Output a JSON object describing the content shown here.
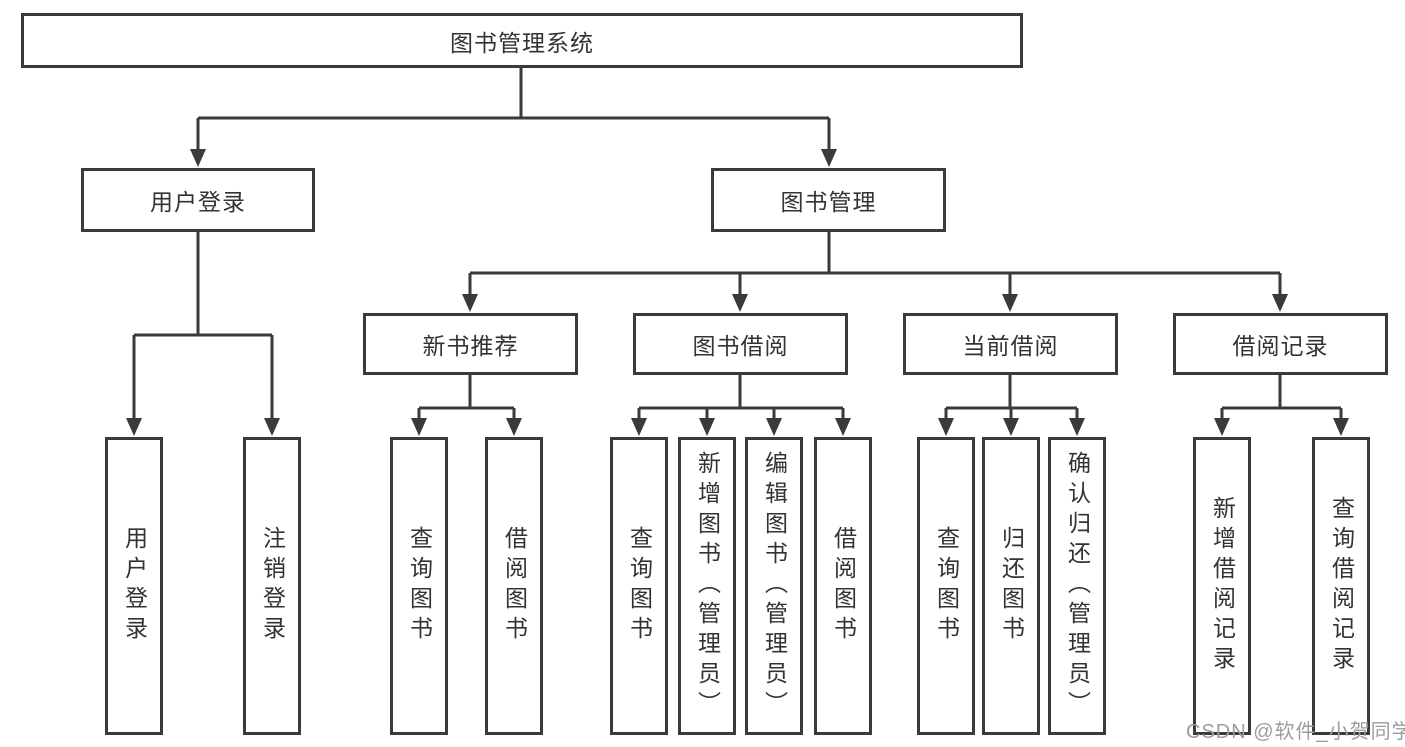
{
  "diagram": {
    "root": {
      "label": "图书管理系统"
    },
    "branches": [
      {
        "label": "用户登录",
        "children": [
          {
            "label": "用户登录"
          },
          {
            "label": "注销登录"
          }
        ]
      },
      {
        "label": "图书管理",
        "groups": [
          {
            "label": "新书推荐",
            "children": [
              {
                "label": "查询图书"
              },
              {
                "label": "借阅图书"
              }
            ]
          },
          {
            "label": "图书借阅",
            "children": [
              {
                "label": "查询图书"
              },
              {
                "label": "新增图书（管理员）"
              },
              {
                "label": "编辑图书（管理员）"
              },
              {
                "label": "借阅图书"
              }
            ]
          },
          {
            "label": "当前借阅",
            "children": [
              {
                "label": "查询图书"
              },
              {
                "label": "归还图书"
              },
              {
                "label": "确认归还（管理员）"
              }
            ]
          },
          {
            "label": "借阅记录",
            "children": [
              {
                "label": "新增借阅记录"
              },
              {
                "label": "查询借阅记录"
              }
            ]
          }
        ]
      }
    ]
  },
  "watermark": {
    "text": "CSDN @软件_小贺同学"
  },
  "colors": {
    "line": "#3a3a3a",
    "text": "#333333",
    "background": "#ffffff",
    "watermark": "#9d9d9d"
  }
}
